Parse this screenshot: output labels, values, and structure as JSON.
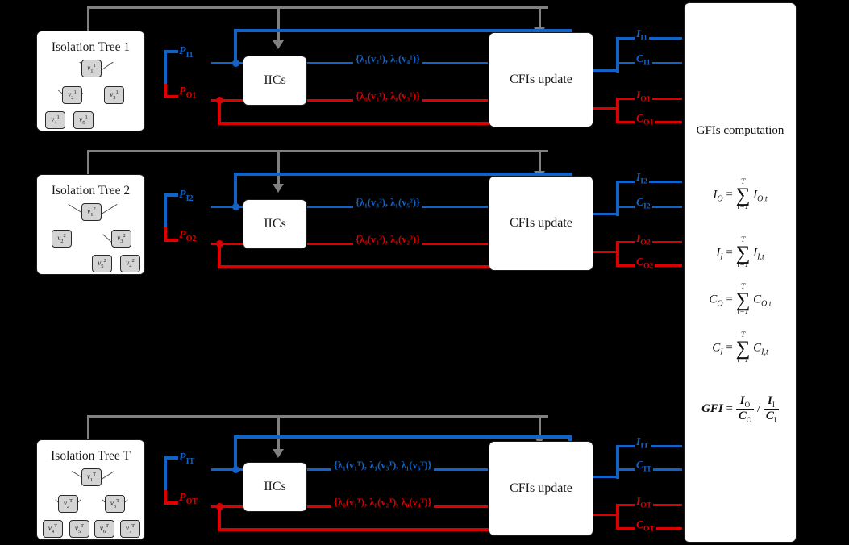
{
  "diagram": {
    "title": "Tree-ensemble GFI computation pipeline",
    "colors": {
      "blue": "#1263c8",
      "red": "#dc0000",
      "gray": "#808080",
      "node_fill": "#d4d4d4",
      "box_fill": "#ffffff",
      "background": "#000000"
    }
  },
  "rows": [
    {
      "id": "row1",
      "tree_title": "Isolation Tree 1",
      "tree_nodes": [
        {
          "name": "v",
          "sub": "1",
          "sup": "1"
        },
        {
          "name": "v",
          "sub": "2",
          "sup": "1"
        },
        {
          "name": "v",
          "sub": "3",
          "sup": "1"
        },
        {
          "name": "v",
          "sub": "4",
          "sup": "1"
        },
        {
          "name": "v",
          "sub": "5",
          "sup": "1"
        }
      ],
      "iics_label": "IICs",
      "cfis_label": "CFIs update",
      "path_in": {
        "name": "P",
        "sub": "I1"
      },
      "path_out": {
        "name": "P",
        "sub": "O1"
      },
      "set_in": "{λ₁(v₂¹), λ₁(v₄¹)}",
      "set_out": "{λ₀(v₁¹), λ₀(v₃¹)}",
      "out_in_I": {
        "name": "I",
        "sub": "I1"
      },
      "out_in_C": {
        "name": "C",
        "sub": "I1"
      },
      "out_out_I": {
        "name": "I",
        "sub": "O1"
      },
      "out_out_C": {
        "name": "C",
        "sub": "O1"
      }
    },
    {
      "id": "row2",
      "tree_title": "Isolation Tree 2",
      "tree_nodes": [
        {
          "name": "v",
          "sub": "1",
          "sup": "2"
        },
        {
          "name": "v",
          "sub": "2",
          "sup": "2"
        },
        {
          "name": "v",
          "sub": "3",
          "sup": "2"
        },
        {
          "name": "v",
          "sub": "5",
          "sup": "2"
        },
        {
          "name": "v",
          "sub": "4",
          "sup": "2"
        }
      ],
      "iics_label": "IICs",
      "cfis_label": "CFIs update",
      "path_in": {
        "name": "P",
        "sub": "I2"
      },
      "path_out": {
        "name": "P",
        "sub": "O2"
      },
      "set_in": "{λ₁(v₃²), λ₁(v₅²)}",
      "set_out": "{λ₀(v₁²), λ₀(v₂²)}",
      "out_in_I": {
        "name": "I",
        "sub": "I2"
      },
      "out_in_C": {
        "name": "C",
        "sub": "I2"
      },
      "out_out_I": {
        "name": "I",
        "sub": "O2"
      },
      "out_out_C": {
        "name": "C",
        "sub": "O2"
      }
    },
    {
      "id": "rowT",
      "tree_title": "Isolation Tree T",
      "tree_nodes": [
        {
          "name": "v",
          "sub": "1",
          "sup": "T"
        },
        {
          "name": "v",
          "sub": "2",
          "sup": "T"
        },
        {
          "name": "v",
          "sub": "3",
          "sup": "T"
        },
        {
          "name": "v",
          "sub": "4",
          "sup": "T"
        },
        {
          "name": "v",
          "sub": "5",
          "sup": "T"
        },
        {
          "name": "v",
          "sub": "6",
          "sup": "T"
        },
        {
          "name": "v",
          "sub": "7",
          "sup": "T"
        }
      ],
      "iics_label": "IICs",
      "cfis_label": "CFIs update",
      "path_in": {
        "name": "P",
        "sub": "IT"
      },
      "path_out": {
        "name": "P",
        "sub": "OT"
      },
      "set_in": "{λ₁(v₁ᵀ), λ₁(v₃ᵀ), λ₁(v₆ᵀ)}",
      "set_out": "{λ₀(v₁ᵀ), λ₀(v₂ᵀ), λ₀(v₄ᵀ)}",
      "out_in_I": {
        "name": "I",
        "sub": "IT"
      },
      "out_in_C": {
        "name": "C",
        "sub": "IT"
      },
      "out_out_I": {
        "name": "I",
        "sub": "OT"
      },
      "out_out_C": {
        "name": "C",
        "sub": "OT"
      }
    }
  ],
  "gfi_panel": {
    "title": "GFIs computation",
    "equations": [
      {
        "lhs": "I",
        "lhs_sub": "O",
        "upper": "T",
        "lower": "t=1",
        "rhs": "I",
        "rhs_sub": "O,t"
      },
      {
        "lhs": "I",
        "lhs_sub": "I",
        "upper": "T",
        "lower": "t=1",
        "rhs": "I",
        "rhs_sub": "I,t"
      },
      {
        "lhs": "C",
        "lhs_sub": "O",
        "upper": "T",
        "lower": "t=1",
        "rhs": "C",
        "rhs_sub": "O,t"
      },
      {
        "lhs": "C",
        "lhs_sub": "I",
        "upper": "T",
        "lower": "t=1",
        "rhs": "C",
        "rhs_sub": "I,t"
      }
    ],
    "final": {
      "name": "GFI",
      "eq": "=",
      "num1": "I",
      "num1_sub": "O",
      "den1": "C",
      "den1_sub": "O",
      "slash": "/",
      "num2": "I",
      "num2_sub": "I",
      "den2": "C",
      "den2_sub": "I"
    }
  }
}
